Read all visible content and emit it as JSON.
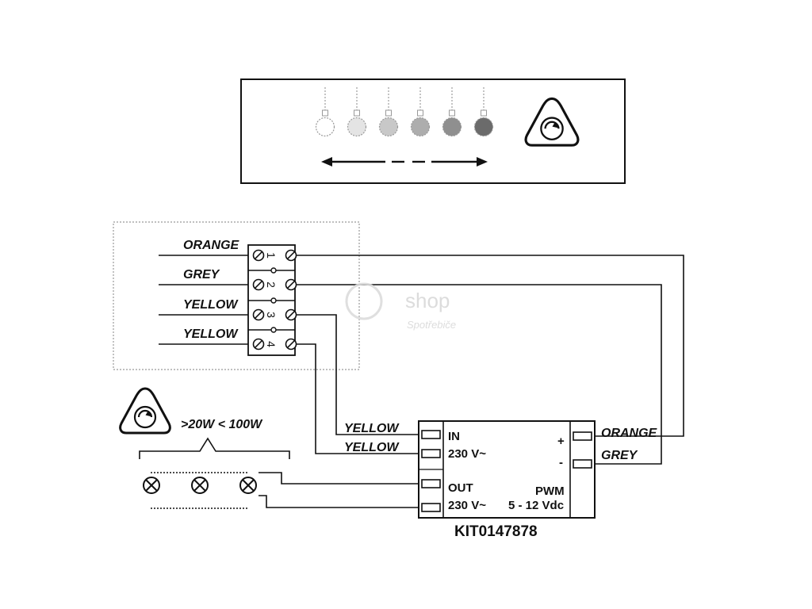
{
  "panel": {
    "arrow": "left-right-arrow",
    "dimmer_icon": "triangle-dimmer-knob-icon",
    "bulb_count": 6
  },
  "colors": {
    "bulbs": [
      "#ffffff",
      "#e4e4e4",
      "#c8c8c8",
      "#adadad",
      "#8f8f8f",
      "#6b6b6b"
    ],
    "line": "#111111",
    "watermark": "#d9d9d9"
  },
  "terminal_block": {
    "wires": [
      "ORANGE",
      "GREY",
      "YELLOW",
      "YELLOW"
    ],
    "numbers": [
      "1",
      "2",
      "3",
      "4"
    ]
  },
  "load": {
    "power_range": ">20W  < 100W",
    "lamp_icon": "lamp-cross-icon",
    "lamp_count": 3
  },
  "module": {
    "in_wires": [
      "YELLOW",
      "YELLOW"
    ],
    "in_label": "IN",
    "in_voltage": "230 V~",
    "out_label": "OUT",
    "out_voltage": "230 V~",
    "plus": "+",
    "minus": "-",
    "pwm_label": "PWM",
    "pwm_voltage": "5 - 12 Vdc",
    "right_wires": [
      "ORANGE",
      "GREY"
    ],
    "part_number": "KIT0147878"
  },
  "watermark": {
    "brand": "shop",
    "sub": "Spotřebiče"
  }
}
